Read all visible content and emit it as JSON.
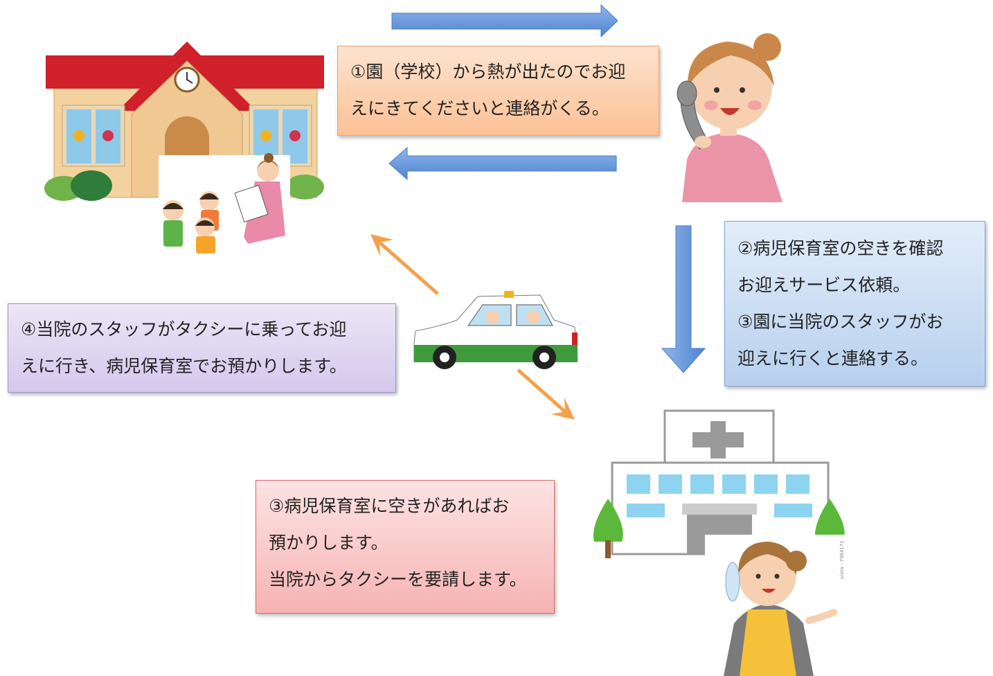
{
  "boxes": {
    "step1": [
      "①園（学校）から熱が出たのでお迎",
      "えにきてくださいと連絡がくる。"
    ],
    "step2_3": [
      "②病児保育室の空きを確認",
      "お迎えサービス依頼。",
      "③園に当院のスタッフがお",
      "迎えに行くと連絡する。"
    ],
    "step3": [
      "③病児保育室に空きがあればお",
      "預かりします。",
      "当院からタクシーを要請します。"
    ],
    "step4": [
      "④当院のスタッフがタクシーに乗ってお迎",
      "えに行き、病児保育室でお預かりします。"
    ]
  },
  "illustrations": {
    "school": "school-building-icon",
    "teacher_children": "teacher-reading-to-children-icon",
    "mother": "mother-on-phone-icon",
    "taxi": "taxi-icon",
    "hospital": "hospital-building-icon",
    "nurse": "nurse-on-phone-icon"
  },
  "watermark": "pixta - 7964171",
  "colors": {
    "blue_arrow": "#5b8fd6",
    "orange_arrow": "#f5a04a",
    "school_roof": "#d0202a",
    "taxi_body": "#3f9a3c"
  }
}
